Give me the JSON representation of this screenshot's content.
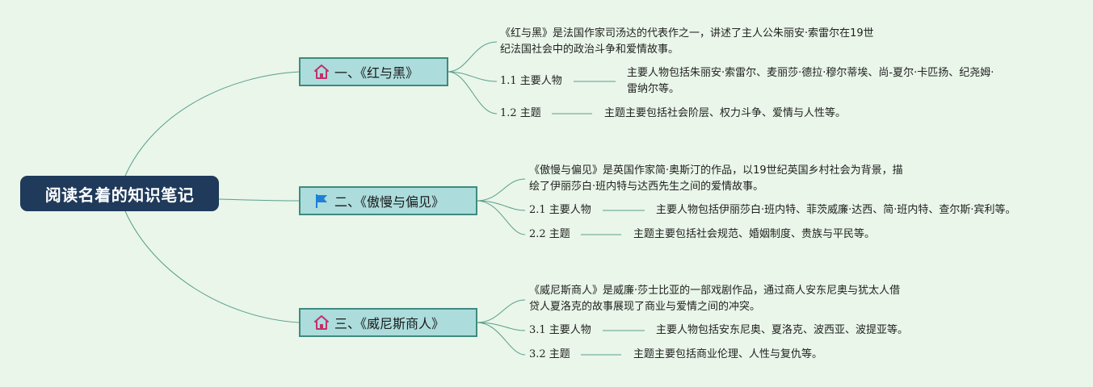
{
  "root": {
    "title": "阅读名着的知识笔记"
  },
  "colors": {
    "background": "#e9f6e9",
    "root_fill": "#1f3a5a",
    "branch_fill": "#acdcdc",
    "branch_border": "#3f8a7e",
    "line": "#5a9e8e",
    "house_icon": "#c0306a",
    "flag_icon": "#1e7fd6"
  },
  "branches": [
    {
      "icon": "house-icon",
      "title": "一、《红与黑》",
      "summary_lines": [
        "《红与黑》是法国作家司汤达的代表作之一，讲述了主人公朱丽安·索雷尔在19世",
        "纪法国社会中的政治斗争和爱情故事。"
      ],
      "items": [
        {
          "label": "1.1 主要人物",
          "detail_lines": [
            "主要人物包括朱丽安·索雷尔、麦丽莎·德拉·穆尔蒂埃、尚-夏尔·卡匹扬、纪尧姆·",
            "雷纳尔等。"
          ]
        },
        {
          "label": "1.2 主题",
          "detail_lines": [
            "主题主要包括社会阶层、权力斗争、爱情与人性等。"
          ]
        }
      ]
    },
    {
      "icon": "flag-icon",
      "title": "二、《傲慢与偏见》",
      "summary_lines": [
        "《傲慢与偏见》是英国作家简·奥斯汀的作品，以19世纪英国乡村社会为背景，描",
        "绘了伊丽莎白·班内特与达西先生之间的爱情故事。"
      ],
      "items": [
        {
          "label": "2.1 主要人物",
          "detail_lines": [
            "主要人物包括伊丽莎白·班内特、菲茨威廉·达西、简·班内特、查尔斯·宾利等。"
          ]
        },
        {
          "label": "2.2 主题",
          "detail_lines": [
            "主题主要包括社会规范、婚姻制度、贵族与平民等。"
          ]
        }
      ]
    },
    {
      "icon": "house-icon",
      "title": "三、《威尼斯商人》",
      "summary_lines": [
        "《威尼斯商人》是威廉·莎士比亚的一部戏剧作品，通过商人安东尼奥与犹太人借",
        "贷人夏洛克的故事展现了商业与爱情之间的冲突。"
      ],
      "items": [
        {
          "label": "3.1 主要人物",
          "detail_lines": [
            "主要人物包括安东尼奥、夏洛克、波西亚、波提亚等。"
          ]
        },
        {
          "label": "3.2 主题",
          "detail_lines": [
            "主题主要包括商业伦理、人性与复仇等。"
          ]
        }
      ]
    }
  ]
}
